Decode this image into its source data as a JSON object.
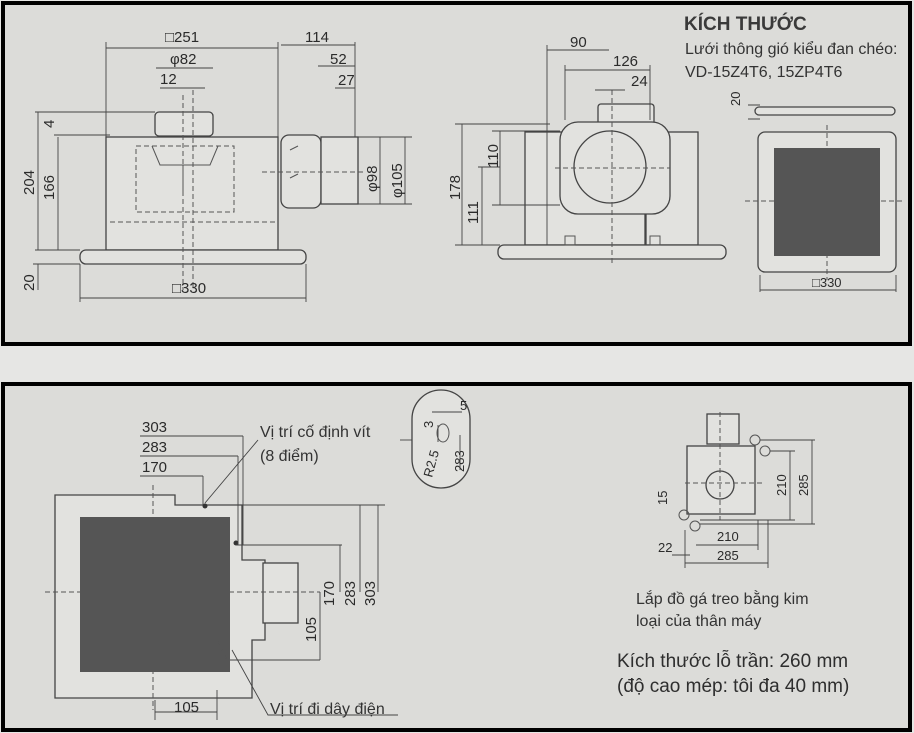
{
  "top_panel": {
    "title": "KÍCH THƯỚC",
    "subtitle": "Lưới thông gió kiểu đan chéo:",
    "models": "VD-15Z4T6, 15ZP4T6",
    "side_view": {
      "dims": {
        "w251": "□251",
        "d82": "φ82",
        "d12": "12",
        "d114": "114",
        "d52": "52",
        "d27": "27",
        "d4": "4",
        "d204": "204",
        "d166": "166",
        "d98": "φ98",
        "d105": "φ105",
        "d20": "20",
        "w330": "□330"
      }
    },
    "front_view": {
      "dims": {
        "d90": "90",
        "d126": "126",
        "d24": "24",
        "d178": "178",
        "d110": "110",
        "d111": "111"
      }
    },
    "grille_view": {
      "dims": {
        "d20": "20",
        "w330": "□330"
      }
    }
  },
  "bottom_panel": {
    "bottom_view": {
      "dims": {
        "d303": "303",
        "d283": "283",
        "d170": "170",
        "v170": "170",
        "v283": "283",
        "v303": "303",
        "v105": "105",
        "h105": "105"
      },
      "screw_label": "Vị trí cố định vít",
      "screw_count": "(8 điểm)",
      "wiring_label": "Vị trí đi dây điện",
      "detail": {
        "d5": "5",
        "d3": "3",
        "r": "R2.5",
        "d283": "283"
      }
    },
    "bracket_view": {
      "dims": {
        "d15": "15",
        "d22": "22",
        "h210": "210",
        "h285": "285",
        "v210": "210",
        "v285": "285"
      },
      "caption_line1": "Lắp đồ gá treo bằng kim",
      "caption_line2": "loại của thân máy"
    },
    "ceiling_hole_line1": "Kích thước lỗ trần: 260 mm",
    "ceiling_hole_line2": "(độ cao mép: tôi đa 40 mm)"
  }
}
